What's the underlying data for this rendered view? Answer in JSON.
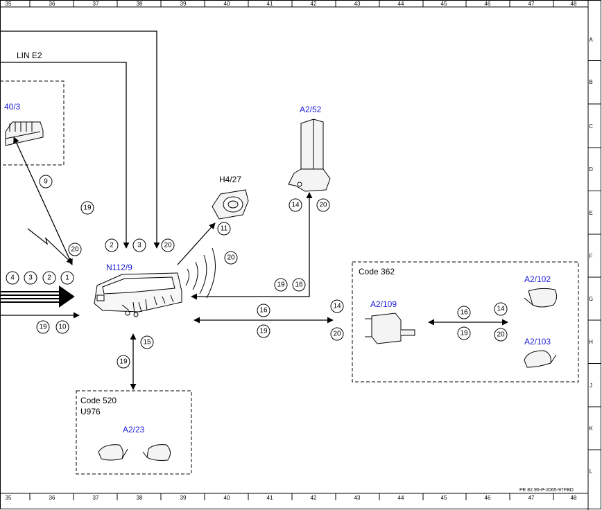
{
  "grid": {
    "columns": [
      "35",
      "36",
      "37",
      "38",
      "39",
      "40",
      "41",
      "42",
      "43",
      "44",
      "45",
      "46",
      "47",
      "48"
    ],
    "rows": [
      "A",
      "B",
      "C",
      "D",
      "E",
      "F",
      "G",
      "H",
      "J",
      "K",
      "L"
    ]
  },
  "labels": {
    "line_e2": "LIN E2",
    "partial_40_3": "40/3",
    "a2_52": "A2/52",
    "h4_27": "H4/27",
    "n112_9": "N112/9",
    "code362": "Code 362",
    "a2_109": "A2/109",
    "a2_102": "A2/102",
    "a2_103": "A2/103",
    "code520": "Code 520",
    "u976": "U976",
    "a2_23": "A2/23"
  },
  "circles": {
    "c9": "9",
    "c19a": "19",
    "c2": "2",
    "c3": "3",
    "c20a": "20",
    "c20b": "20",
    "c11": "11",
    "c20c": "20",
    "c14a": "14",
    "c20d": "20",
    "c19b": "19",
    "c16a": "16",
    "c4": "4",
    "c3b": "3",
    "c2b": "2",
    "c1": "1",
    "c19c": "19",
    "c10": "10",
    "c16b": "16",
    "c19d": "19",
    "c14b": "14",
    "c20e": "20",
    "c16c": "16",
    "c19e": "19",
    "c14c": "14",
    "c20f": "20",
    "c15": "15",
    "c19f": "19"
  },
  "reference": "PE 82.95-P-2065-97FBD",
  "colors": {
    "component_label": "#1a1ad6",
    "line": "#000000"
  }
}
